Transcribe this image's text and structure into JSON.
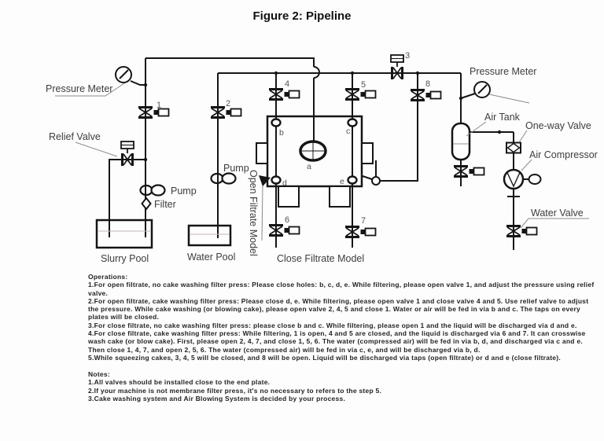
{
  "title": "Figure 2: Pipeline",
  "diagram": {
    "labels": {
      "pressure_meter_left": "Pressure Meter",
      "relief_valve": "Relief Valve",
      "pump_slurry": "Pump",
      "filter": "Filter",
      "pump_water": "Pump",
      "slurry_pool": "Slurry Pool",
      "water_pool": "Water Pool",
      "open_filtrate_model": "Open Filtrate Model",
      "close_filtrate_model": "Close Filtrate Model",
      "pressure_meter_right": "Pressure Meter",
      "air_tank": "Air Tank",
      "one_way_valve": "One-way Valve",
      "air_compressor": "Air Compressor",
      "water_valve": "Water Valve"
    },
    "valves": {
      "v1": "1",
      "v2": "2",
      "v3": "3",
      "v4": "4",
      "v5": "5",
      "v6": "6",
      "v7": "7",
      "v8": "8"
    },
    "ports": {
      "a": "a",
      "b": "b",
      "c": "c",
      "d": "d",
      "e": "e"
    }
  },
  "operations": {
    "heading": "Operations:",
    "items": [
      "1.For open filtrate, no cake washing filter press: Please close holes: b, c, d, e. While filtering, please open valve 1, and adjust the pressure using relief valve.",
      "2.For open filtrate, cake washing filter press: Please close d, e. While filtering, please open valve 1 and close valve 4 and 5. Use relief valve to adjust the pressure. While cake washing (or blowing cake), please open valve 2, 4, 5 and close 1. Water or air will be fed in via b and c. The taps on every plates will be closed.",
      "3.For close filtrate, no cake washing filter press: please close b and c. While filtering, please open 1 and the liquid will be discharged via d and e.",
      "4.For close filtrate, cake washing filter press: While filtering, 1 is open, 4 and 5 are closed, and the liquid is discharged via 6 and 7. It can crosswise wash cake (or blow cake). First, please open 2, 4, 7, and close 1, 5, 6. The water (compressed air) will be fed in via b, d, and discharged via c and e. Then close 1, 4, 7, and open 2, 5, 6. The water (compressed air) will be fed in via c, e, and will be discharged via b, d.",
      "5.While squeezing cakes, 3, 4, 5 will be closed, and 8 will be open. Liquid will be discharged via taps (open filtrate) or d and e (close filtrate)."
    ]
  },
  "notes": {
    "heading": "Notes:",
    "items": [
      "1.All valves should be installed close to the end plate.",
      "2.If your machine is not membrane filter press, it's no necessary to refers to the step 5.",
      "3.Cake washing system and Air Blowing System is decided by your process."
    ]
  }
}
